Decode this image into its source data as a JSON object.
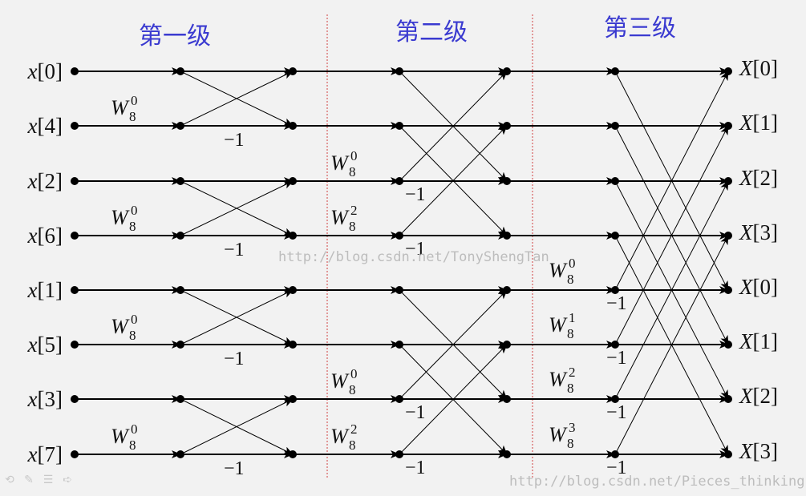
{
  "stages": [
    "第一级",
    "第二级",
    "第三级"
  ],
  "inputs": [
    "x[0]",
    "x[4]",
    "x[2]",
    "x[6]",
    "x[1]",
    "x[5]",
    "x[3]",
    "x[7]"
  ],
  "outputs": [
    "X[0]",
    "X[1]",
    "X[2]",
    "X[3]",
    "X[0]",
    "X[1]",
    "X[2]",
    "X[3]"
  ],
  "twiddle_base": "W",
  "twiddle_n": "8",
  "stage1_twiddles": [
    "0",
    "0",
    "0",
    "0"
  ],
  "stage2_twiddles": [
    "0",
    "2",
    "0",
    "2"
  ],
  "stage3_twiddles": [
    "0",
    "1",
    "2",
    "3"
  ],
  "minus_one": "−1",
  "watermarks": [
    "http://blog.csdn.net/TonyShengTan",
    "http://blog.csdn.net/Pieces_thinking"
  ],
  "colors": {
    "title": "#3a3ad0",
    "divider": "#d04040",
    "line": "#000000",
    "background": "#f2f2f2"
  }
}
